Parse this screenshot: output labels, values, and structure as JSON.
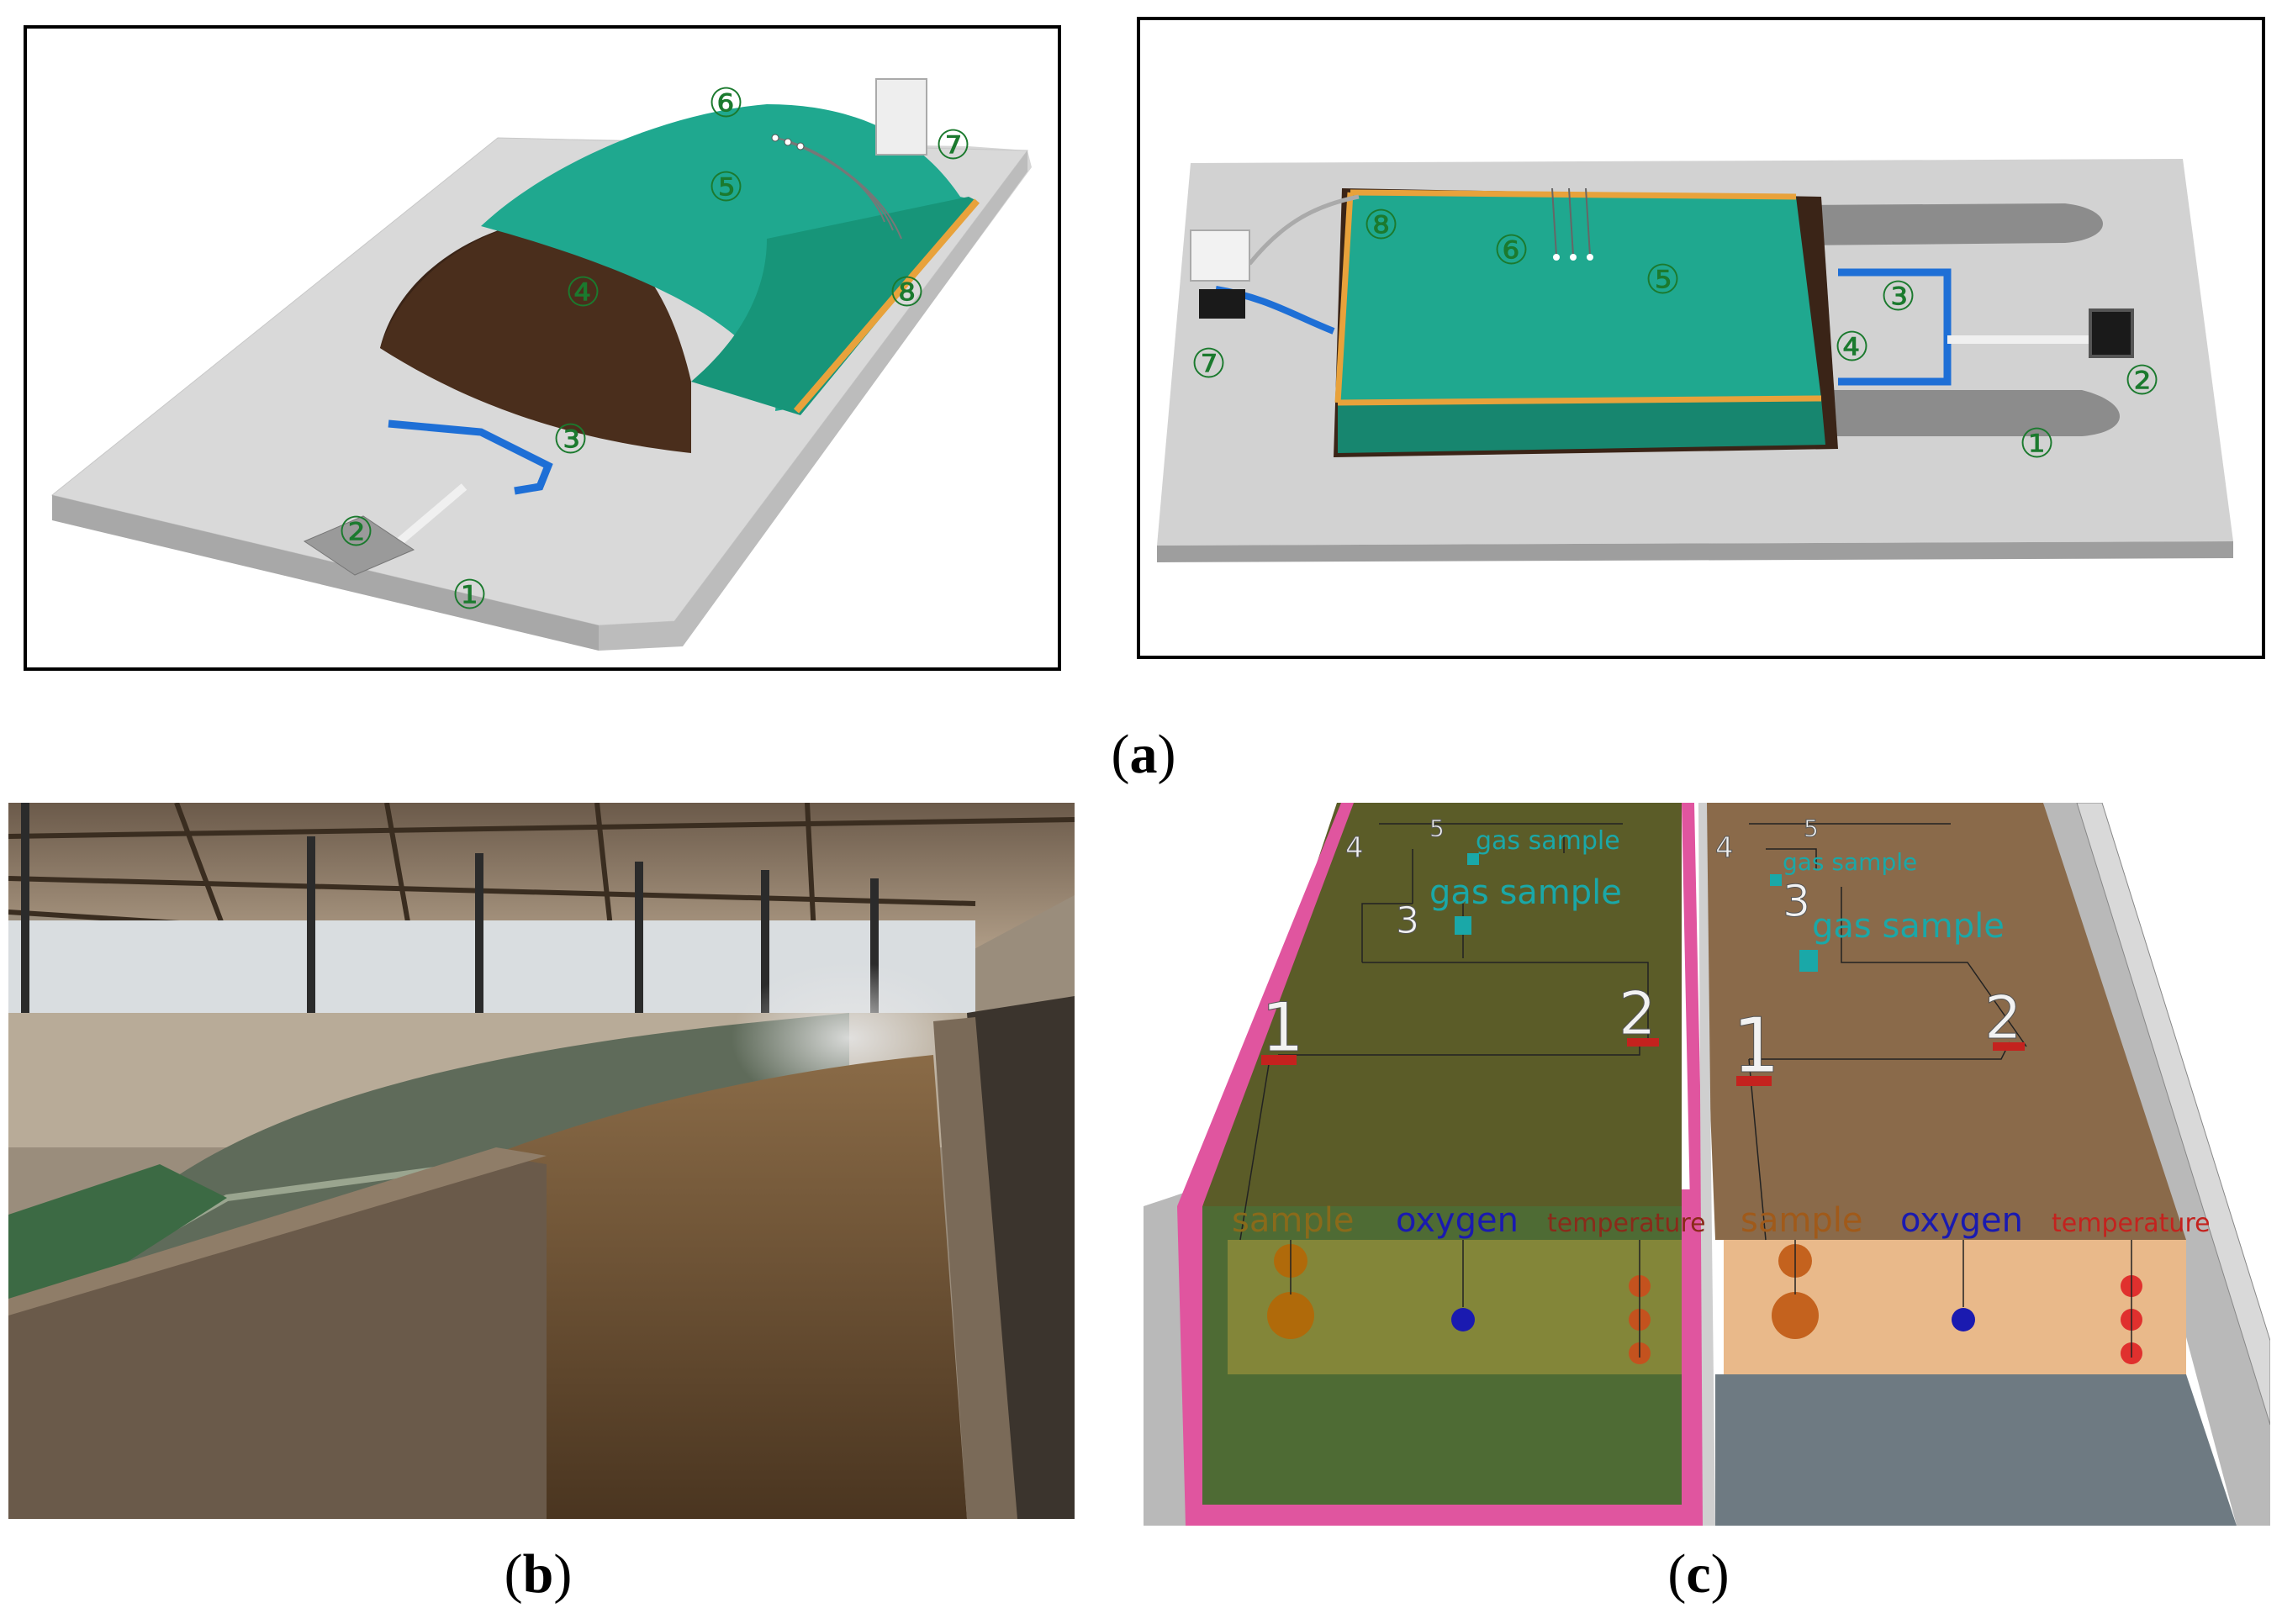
{
  "figure": {
    "captions": {
      "a": "a",
      "b": "b",
      "c": "c"
    }
  },
  "panel_a_left": {
    "markers": [
      "①",
      "②",
      "③",
      "④",
      "⑤",
      "⑥",
      "⑦",
      "⑧"
    ]
  },
  "panel_a_right": {
    "markers": [
      "①",
      "②",
      "③",
      "④",
      "⑤",
      "⑥",
      "⑦",
      "⑧"
    ]
  },
  "panel_c": {
    "left_bay": {
      "gas_labels": [
        "gas sample",
        "gas sample"
      ],
      "points": [
        "1",
        "2",
        "3",
        "4",
        "5"
      ],
      "wall_labels": {
        "sample": "sample",
        "oxygen": "oxygen",
        "temperature": "temperature"
      }
    },
    "right_bay": {
      "gas_labels": [
        "gas sample",
        "gas sample"
      ],
      "points": [
        "1",
        "2",
        "3",
        "4",
        "5"
      ],
      "wall_labels": {
        "sample": "sample",
        "oxygen": "oxygen",
        "temperature": "temperature"
      }
    }
  },
  "colors": {
    "membrane": "#1fa88f",
    "compost": "#3a2417",
    "slab": "#cfcfcf",
    "pipe": "#1e6fd6",
    "edge_strip": "#e8a23b",
    "marker_green": "#1b7a2e",
    "rail_pink": "#e0559f",
    "gas_teal": "#1aa8a8",
    "oxygen_blue": "#1a1ab0",
    "temp_red": "#c4221e"
  }
}
